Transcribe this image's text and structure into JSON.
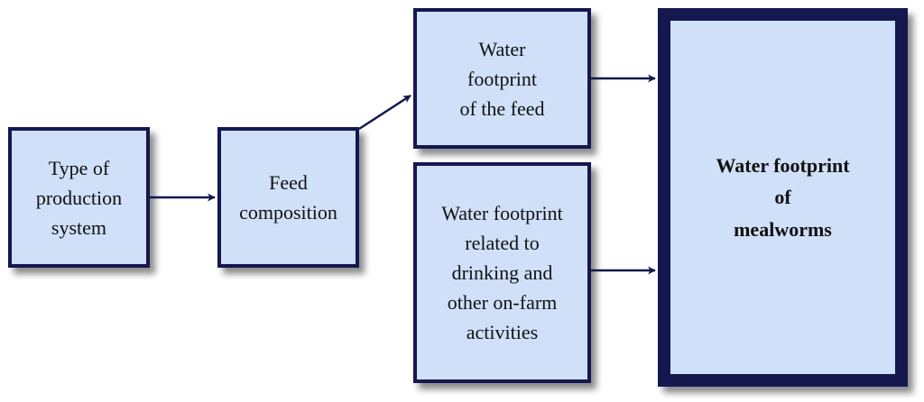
{
  "diagram": {
    "nodes": {
      "production_system": "Type of\nproduction\nsystem",
      "feed_composition": "Feed\ncomposition",
      "wf_feed": "Water\nfootprint\nof the feed",
      "wf_drinking": "Water footprint\nrelated to\ndrinking and\nother on-farm\nactivities",
      "wf_mealworms": "Water footprint\nof\nmealworms"
    },
    "edges": [
      {
        "from": "production_system",
        "to": "feed_composition"
      },
      {
        "from": "feed_composition",
        "to": "wf_feed"
      },
      {
        "from": "wf_feed",
        "to": "wf_mealworms"
      },
      {
        "from": "wf_drinking",
        "to": "wf_mealworms"
      }
    ],
    "colors": {
      "box_fill": "#cfe0f8",
      "border": "#14184f",
      "arrow": "#14184f"
    }
  }
}
